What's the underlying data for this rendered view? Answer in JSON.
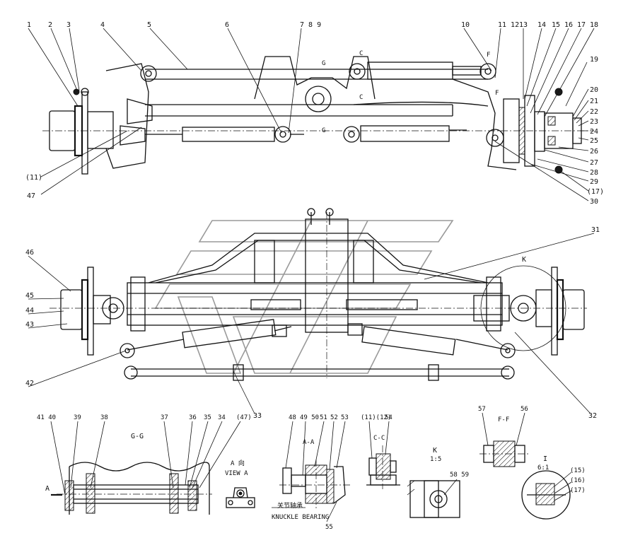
{
  "parts_top": [
    "1",
    "2",
    "3",
    "4",
    "5",
    "6",
    "7 8 9",
    "10",
    "11 12",
    "13",
    "14",
    "15",
    "16",
    "17",
    "18",
    "19",
    "20",
    "21",
    "22",
    "23",
    "24",
    "25",
    "26",
    "27",
    "28",
    "29",
    "(17)",
    "30",
    "(11)",
    "47"
  ],
  "parts_front": [
    "46",
    "45",
    "44",
    "43",
    "42",
    "33",
    "32",
    "31"
  ],
  "section_marks": {
    "g_top": "G",
    "g_bottom": "G",
    "c1": "C",
    "c2": "C",
    "f1": "F",
    "f2": "F",
    "k": "K"
  },
  "views": {
    "gg": {
      "title": "G-G",
      "arrow": "A",
      "labels": [
        "41 40",
        "39",
        "38",
        "37",
        "36",
        "35",
        "34",
        "(47)"
      ]
    },
    "view_a": {
      "title_cn": "A 向",
      "title_en": "VIEW A"
    },
    "aa": {
      "title": "A-A",
      "labels": [
        "48",
        "49 50",
        "51",
        "52",
        "53",
        "55"
      ],
      "caption_cn": "关节轴承",
      "caption_en": "KNUCKLE BEARING"
    },
    "cc": {
      "title": "C-C",
      "labels": [
        "(11)(12)",
        "54"
      ]
    },
    "k": {
      "title": "K",
      "scale": "1:5",
      "labels": [
        "58 59"
      ]
    },
    "ff": {
      "title": "F-F",
      "labels": [
        "57",
        "56"
      ]
    },
    "i": {
      "title": "I",
      "scale": "6:1",
      "labels": [
        "(15)",
        "(16)",
        "(17)"
      ]
    }
  }
}
